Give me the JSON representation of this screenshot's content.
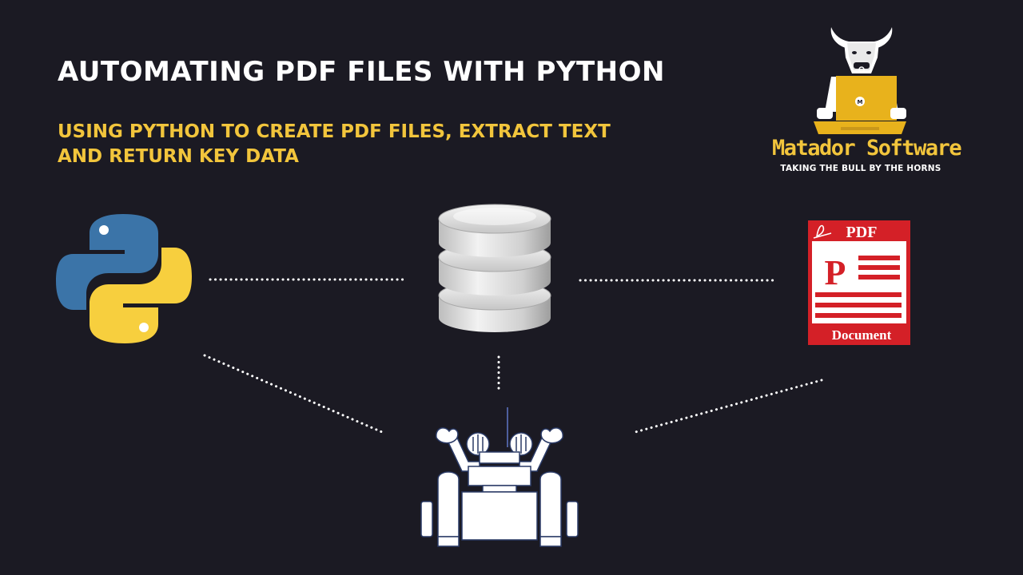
{
  "header": {
    "title": "AUTOMATING PDF FILES WITH PYTHON",
    "subtitle_line1": "USING PYTHON TO CREATE PDF FILES, EXTRACT TEXT",
    "subtitle_line2": "AND RETURN KEY DATA"
  },
  "brand": {
    "logo_letter": "M",
    "name": "Matador Software",
    "tagline": "TAKING THE BULL BY THE HORNS"
  },
  "pdf_icon": {
    "top_label": "PDF",
    "big_letter": "P",
    "bottom_label": "Document"
  },
  "nodes": [
    {
      "name": "python-logo-icon"
    },
    {
      "name": "database-icon"
    },
    {
      "name": "pdf-document-icon"
    },
    {
      "name": "robot-icon"
    }
  ],
  "colors": {
    "background": "#1b1a23",
    "title": "#ffffff",
    "subtitle": "#f2c53c",
    "brand_gold": "#e8b21c",
    "python_blue": "#3b74a8",
    "python_yellow": "#f7cf3e",
    "pdf_red": "#d42027",
    "connector": "#ffffff"
  }
}
